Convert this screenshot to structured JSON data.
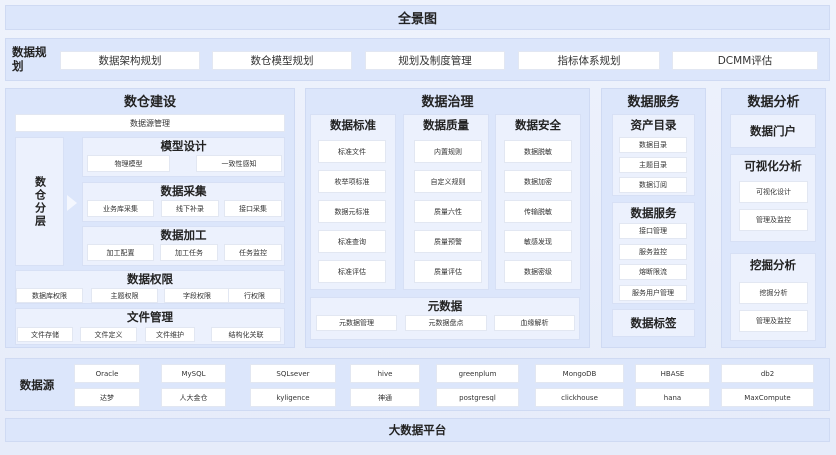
{
  "title": "全景图",
  "planning": {
    "label": "数据规划",
    "items": [
      "数据架构规划",
      "数仓模型规划",
      "规划及制度管理",
      "指标体系规划",
      "DCMM评估"
    ]
  },
  "warehouse": {
    "title": "数仓建设",
    "source_mgmt": "数据源管理",
    "layering": "数仓分层",
    "model": {
      "title": "模型设计",
      "items": [
        "物理模型",
        "一致性感知"
      ]
    },
    "collect": {
      "title": "数据采集",
      "items": [
        "业务库采集",
        "线下补录",
        "接口采集"
      ]
    },
    "process": {
      "title": "数据加工",
      "items": [
        "加工配置",
        "加工任务",
        "任务监控"
      ]
    },
    "permission": {
      "title": "数据权限",
      "items": [
        "数据库权限",
        "主题权限",
        "字段权限",
        "行权限"
      ]
    },
    "file": {
      "title": "文件管理",
      "items": [
        "文件存储",
        "文件定义",
        "文件维护",
        "结构化关联"
      ]
    }
  },
  "governance": {
    "title": "数据治理",
    "standard": {
      "title": "数据标准",
      "items": [
        "标准文件",
        "枚举项标准",
        "数据元标准",
        "标准查询",
        "标准评估"
      ]
    },
    "quality": {
      "title": "数据质量",
      "items": [
        "内置规则",
        "自定义规则",
        "质量六性",
        "质量预警",
        "质量评估"
      ]
    },
    "security": {
      "title": "数据安全",
      "items": [
        "数据脱敏",
        "数据加密",
        "传输脱敏",
        "敏感发现",
        "数据密级"
      ]
    },
    "metadata": {
      "title": "元数据",
      "items": [
        "元数据管理",
        "元数据盘点",
        "血缘解析"
      ]
    }
  },
  "service": {
    "title": "数据服务",
    "catalog": {
      "title": "资产目录",
      "items": [
        "数据目录",
        "主题目录",
        "数据订阅"
      ]
    },
    "svc": {
      "title": "数据服务",
      "items": [
        "接口管理",
        "服务监控",
        "熔断限流",
        "服务用户管理"
      ]
    },
    "tags": "数据标签"
  },
  "analysis": {
    "title": "数据分析",
    "portal": "数据门户",
    "visual": {
      "title": "可视化分析",
      "items": [
        "可视化设计",
        "管理及监控"
      ]
    },
    "mining": {
      "title": "挖掘分析",
      "items": [
        "挖掘分析",
        "管理及监控"
      ]
    }
  },
  "sources": {
    "label": "数据源",
    "row1": [
      "Oracle",
      "MySQL",
      "SQLsever",
      "hive",
      "greenplum",
      "MongoDB",
      "HBASE",
      "db2"
    ],
    "row2": [
      "达梦",
      "人大金仓",
      "kyligence",
      "神通",
      "postgresql",
      "clickhouse",
      "hana",
      "MaxCompute"
    ]
  },
  "platform": "大数据平台"
}
